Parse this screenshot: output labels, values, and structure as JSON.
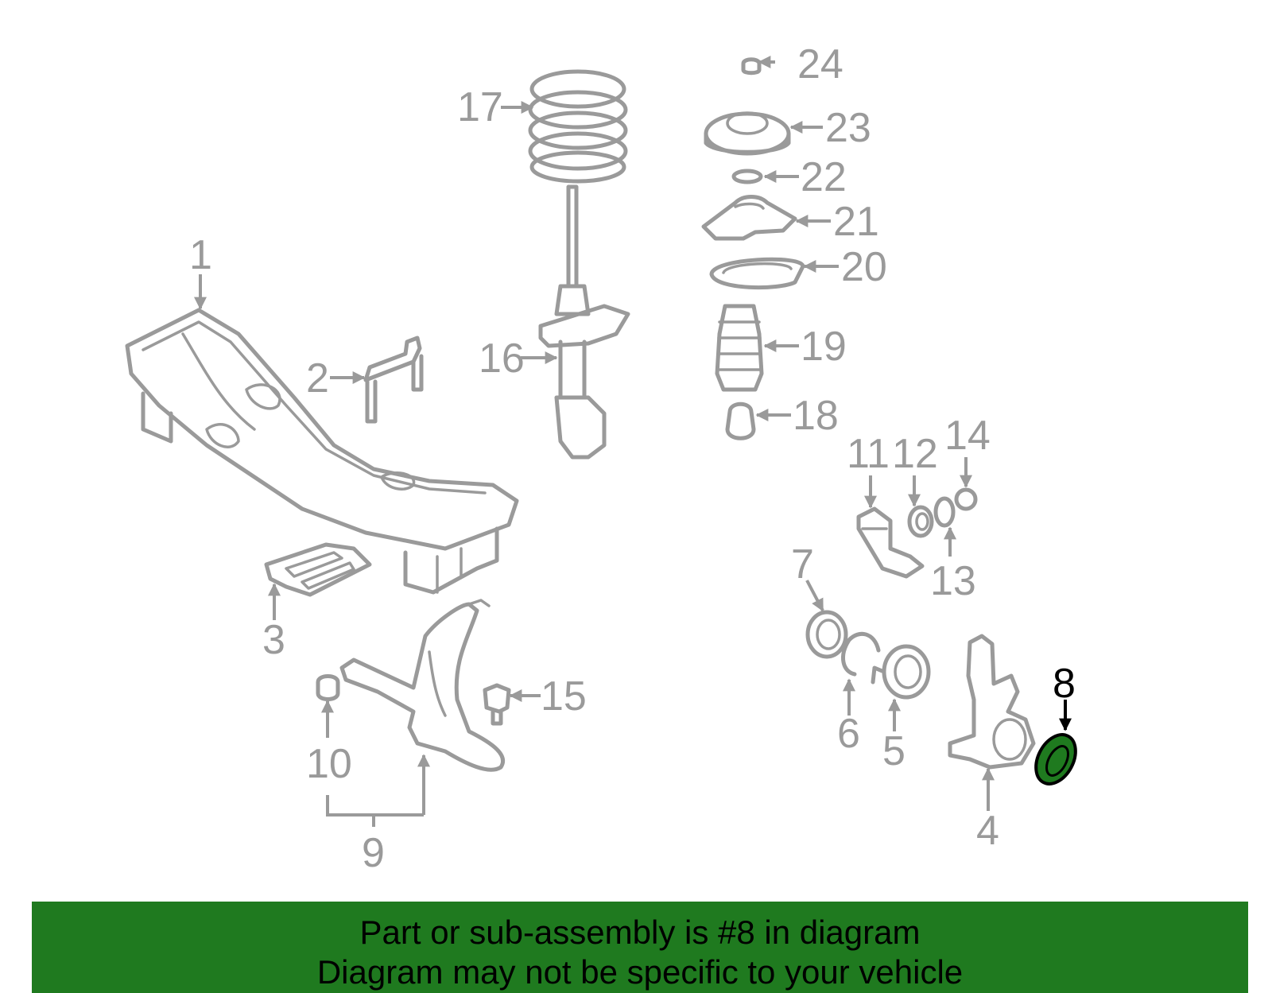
{
  "diagram": {
    "highlighted_part": "8",
    "highlight_color": "#1f7a1f",
    "part_color": "#9a9a9a",
    "callouts": [
      "1",
      "2",
      "3",
      "4",
      "5",
      "6",
      "7",
      "8",
      "9",
      "10",
      "11",
      "12",
      "13",
      "14",
      "15",
      "16",
      "17",
      "18",
      "19",
      "20",
      "21",
      "22",
      "23",
      "24"
    ]
  },
  "banner": {
    "line1": "Part or sub-assembly is #8 in diagram",
    "line2": "Diagram may not be specific to your vehicle",
    "background": "#1f7a1f"
  }
}
